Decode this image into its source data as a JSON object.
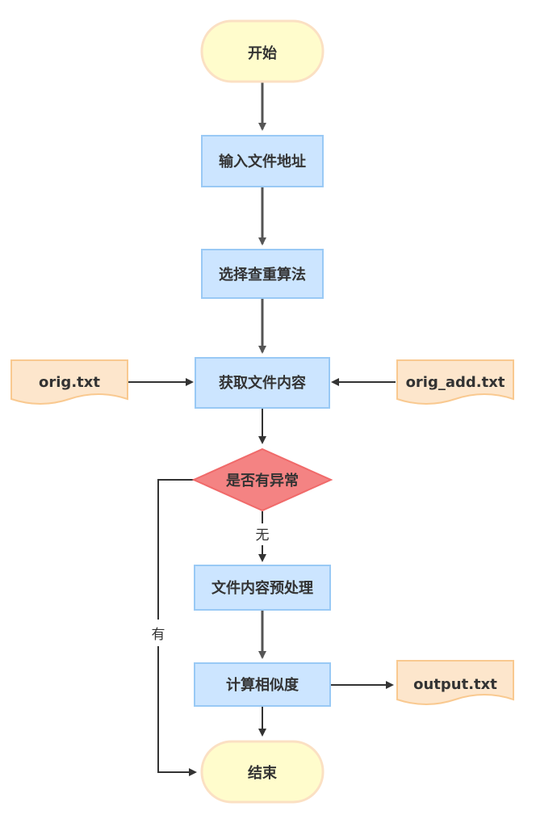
{
  "nodes": {
    "start": "开始",
    "input_path": "输入文件地址",
    "select_algo": "选择查重算法",
    "get_content": "获取文件内容",
    "decision": "是否有异常",
    "preprocess": "文件内容预处理",
    "compute": "计算相似度",
    "end": "结束"
  },
  "files": {
    "orig": "orig.txt",
    "orig_add": "orig_add.txt",
    "output": "output.txt"
  },
  "edge_labels": {
    "no": "无",
    "yes": "有"
  },
  "colors": {
    "terminal_fill": "#fffccc",
    "terminal_stroke": "#fbe0c3",
    "process_fill": "#cce5ff",
    "process_stroke": "#99c9f5",
    "decision_fill": "#f48383",
    "decision_stroke": "#f06a6a",
    "document_fill": "#fde6cc",
    "document_stroke": "#f9c990"
  }
}
